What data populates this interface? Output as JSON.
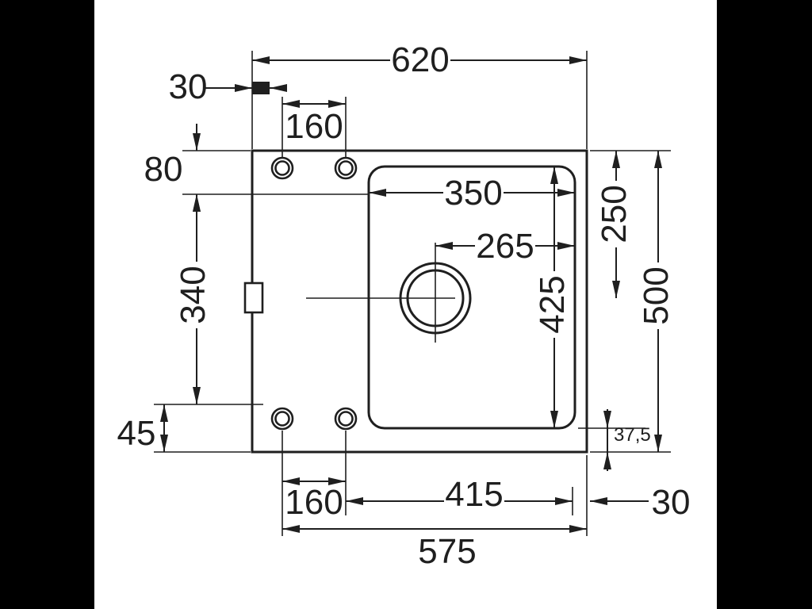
{
  "drawing": {
    "kind": "technical-dimensional-drawing",
    "subject": "sink cutout / installation dimensions",
    "colors": {
      "line": "#1f1f1f",
      "background": "#ffffff",
      "letterbox": "#000000"
    },
    "dims": {
      "top_width": "620",
      "top_left_offset": "30",
      "tap_hole_spacing_top": "160",
      "top_to_ref": "80",
      "left_mid": "340",
      "bottom_left": "45",
      "bowl_width": "350",
      "drain_to_right": "265",
      "top_to_drain": "250",
      "bowl_length": "425",
      "total_depth": "500",
      "bottom_right_small": "37,5",
      "tap_hole_spacing_bottom": "160",
      "bottom_inner": "415",
      "bottom_right_offset": "30",
      "bottom_width": "575"
    }
  }
}
